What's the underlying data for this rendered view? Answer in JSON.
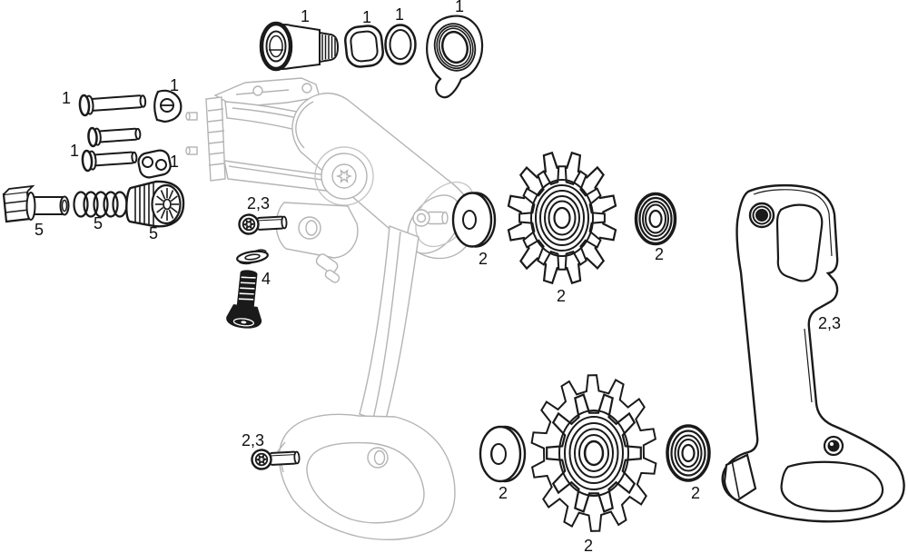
{
  "diagram": {
    "type": "exploded-parts-diagram",
    "subject": "rear derailleur spare parts",
    "background_color": "#ffffff",
    "part_line_color": "#1a1a1a",
    "ghost_body_color": "#b4b4b4"
  },
  "labels": [
    {
      "part": "pivot-pin-upper",
      "text": "1"
    },
    {
      "part": "d-washer",
      "text": "1"
    },
    {
      "part": "pivot-pin-lower",
      "text": "1"
    },
    {
      "part": "double-hole-block",
      "text": "1"
    },
    {
      "part": "b-bolt",
      "text": "1"
    },
    {
      "part": "square-ring",
      "text": "1"
    },
    {
      "part": "o-ring",
      "text": "1"
    },
    {
      "part": "hanger-hook",
      "text": "1"
    },
    {
      "part": "adjuster-bolt",
      "text": "5"
    },
    {
      "part": "adjuster-spring",
      "text": "5"
    },
    {
      "part": "barrel-adjuster-knob",
      "text": "5"
    },
    {
      "part": "cage-screw-upper",
      "text": "2,3"
    },
    {
      "part": "limit-screw",
      "text": "4"
    },
    {
      "part": "cage-screw-lower",
      "text": "2,3"
    },
    {
      "part": "upper-pulley-washer",
      "text": "2"
    },
    {
      "part": "upper-pulley",
      "text": "2"
    },
    {
      "part": "upper-pulley-bearing",
      "text": "2"
    },
    {
      "part": "lower-pulley-washer",
      "text": "2"
    },
    {
      "part": "lower-pulley",
      "text": "2"
    },
    {
      "part": "lower-pulley-bearing",
      "text": "2"
    },
    {
      "part": "inner-cage-plate",
      "text": "2,3"
    }
  ]
}
